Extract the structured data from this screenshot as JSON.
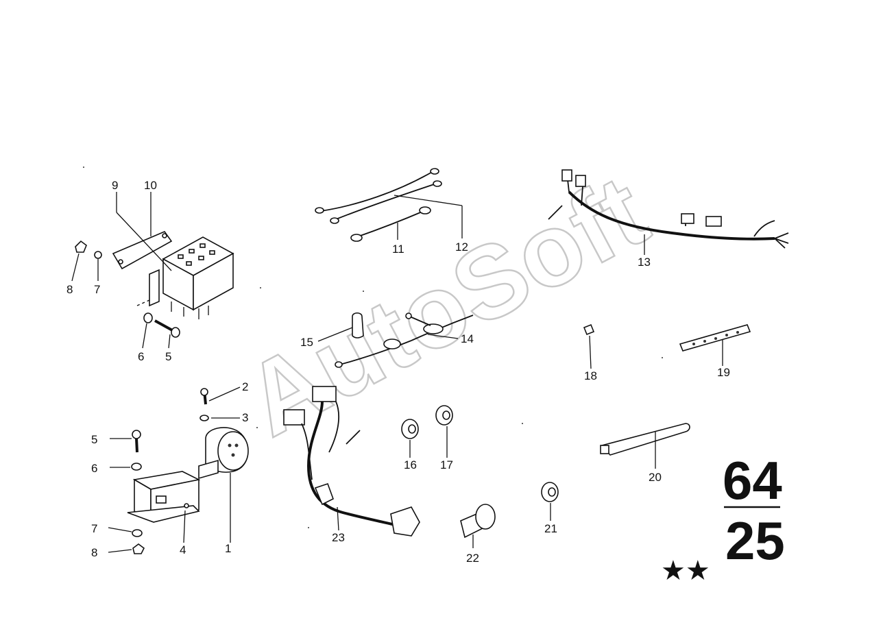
{
  "diagram": {
    "callouts": [
      "1",
      "2",
      "3",
      "4",
      "5",
      "6",
      "7",
      "8",
      "9",
      "10",
      "11",
      "12",
      "13",
      "14",
      "15",
      "16",
      "17",
      "18",
      "19",
      "20",
      "21",
      "22",
      "23"
    ],
    "left_labels": {
      "l5": "5",
      "l6": "6",
      "l7": "7",
      "l8": "8",
      "l7b": "7",
      "l8b": "8",
      "l6b": "6",
      "l5b": "5"
    },
    "group_number_top": "64",
    "group_number_bottom": "25",
    "stars": "★★"
  },
  "watermark": {
    "text": "AutoSoft"
  }
}
